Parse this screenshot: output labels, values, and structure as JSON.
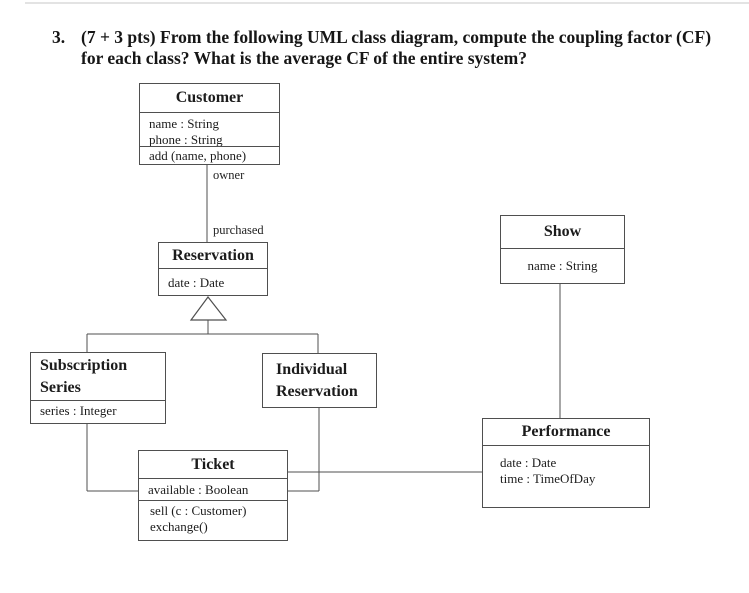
{
  "question": {
    "number": "3.",
    "line1": "(7 + 3 pts) From the following UML class diagram, compute the coupling factor (CF)",
    "line2": "for each class? What is the average CF of the entire system?"
  },
  "relationship_labels": {
    "owner": "owner",
    "purchased": "purchased"
  },
  "classes": {
    "customer": {
      "name": "Customer",
      "attributes": [
        "name : String",
        "phone : String"
      ],
      "methods": [
        "add (name, phone)"
      ]
    },
    "reservation": {
      "name": "Reservation",
      "attributes": [
        "date : Date"
      ]
    },
    "subscription_series": {
      "name_line1": "Subscription",
      "name_line2": "Series",
      "attributes": [
        "series : Integer"
      ]
    },
    "individual_reservation": {
      "name_line1": "Individual",
      "name_line2": "Reservation"
    },
    "ticket": {
      "name": "Ticket",
      "attributes": [
        "available : Boolean"
      ],
      "methods": [
        "sell (c : Customer)",
        "exchange()"
      ]
    },
    "show": {
      "name": "Show",
      "attributes": [
        "name : String"
      ]
    },
    "performance": {
      "name": "Performance",
      "attributes": [
        "date : Date",
        "time : TimeOfDay"
      ]
    }
  },
  "colors": {
    "line": "#4f4f4f",
    "text": "#1c1c1c",
    "background": "#ffffff"
  }
}
